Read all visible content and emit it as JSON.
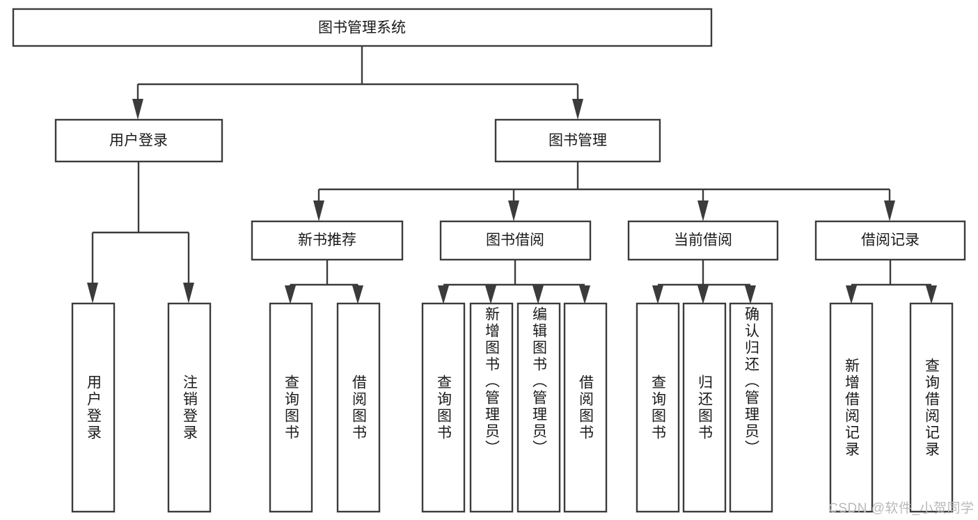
{
  "diagram": {
    "type": "tree-hierarchy",
    "title": "图书管理系统",
    "watermark": "CSDN @软件_小贺同学",
    "root": {
      "id": "root",
      "label": "图书管理系统",
      "orientation": "horizontal"
    },
    "level2": [
      {
        "id": "user-login",
        "label": "用户登录",
        "orientation": "horizontal"
      },
      {
        "id": "book-manage",
        "label": "图书管理",
        "orientation": "horizontal"
      }
    ],
    "level3": [
      {
        "id": "new-book-rec",
        "label": "新书推荐",
        "orientation": "horizontal",
        "parent": "book-manage"
      },
      {
        "id": "book-borrow",
        "label": "图书借阅",
        "orientation": "horizontal",
        "parent": "book-manage"
      },
      {
        "id": "current-borrow",
        "label": "当前借阅",
        "orientation": "horizontal",
        "parent": "book-manage"
      },
      {
        "id": "borrow-record",
        "label": "借阅记录",
        "orientation": "horizontal",
        "parent": "book-manage"
      }
    ],
    "leaves": [
      {
        "id": "leaf-user-login",
        "label": "用户登录",
        "orientation": "vertical",
        "parent": "user-login"
      },
      {
        "id": "leaf-user-logout",
        "label": "注销登录",
        "orientation": "vertical",
        "parent": "user-login"
      },
      {
        "id": "leaf-query-book-1",
        "label": "查询图书",
        "orientation": "vertical",
        "parent": "new-book-rec"
      },
      {
        "id": "leaf-borrow-book-1",
        "label": "借阅图书",
        "orientation": "vertical",
        "parent": "new-book-rec"
      },
      {
        "id": "leaf-query-book-2",
        "label": "查询图书",
        "orientation": "vertical",
        "parent": "book-borrow"
      },
      {
        "id": "leaf-add-book",
        "label": "新增图书（管理员）",
        "orientation": "vertical",
        "parent": "book-borrow"
      },
      {
        "id": "leaf-edit-book",
        "label": "编辑图书（管理员）",
        "orientation": "vertical",
        "parent": "book-borrow"
      },
      {
        "id": "leaf-borrow-book-2",
        "label": "借阅图书",
        "orientation": "vertical",
        "parent": "book-borrow"
      },
      {
        "id": "leaf-query-book-3",
        "label": "查询图书",
        "orientation": "vertical",
        "parent": "current-borrow"
      },
      {
        "id": "leaf-return-book",
        "label": "归还图书",
        "orientation": "vertical",
        "parent": "current-borrow"
      },
      {
        "id": "leaf-confirm-return",
        "label": "确认归还（管理员）",
        "orientation": "vertical",
        "parent": "current-borrow"
      },
      {
        "id": "leaf-add-record",
        "label": "新增借阅记录",
        "orientation": "vertical",
        "parent": "borrow-record"
      },
      {
        "id": "leaf-query-record",
        "label": "查询借阅记录",
        "orientation": "vertical",
        "parent": "borrow-record"
      }
    ],
    "colors": {
      "stroke": "#3b3b3b",
      "fill": "#ffffff",
      "text": "#1a1a1a",
      "watermark": "#b9b9b9",
      "background": "#ffffff"
    }
  }
}
